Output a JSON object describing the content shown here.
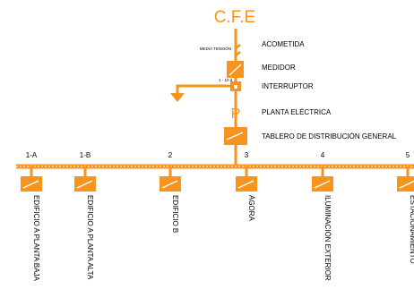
{
  "colors": {
    "accent": "#f7931e",
    "text": "#000000",
    "background": "#ffffff"
  },
  "title": "C.F.E",
  "small_labels": {
    "supply": "MEDIA TENSIÓN",
    "breaker_rating": "1 - 10 d"
  },
  "plant_letter": "P",
  "legend": {
    "acometida": "ACOMETIDA",
    "medidor": "MEDIDOR",
    "interruptor": "INTERRUPTOR",
    "planta": "PLANTA ELÉCTRICA",
    "tablero": "TABLERO DE DISTRIBUCIÓN GENERAL"
  },
  "circuits": [
    {
      "id": "1-A",
      "name": "EDIFICIO A PLANTA BAJA"
    },
    {
      "id": "1-B",
      "name": "EDIFICIO A PLANTA ALTA"
    },
    {
      "id": "2",
      "name": "EDIFICIO B"
    },
    {
      "id": "3",
      "name": "ÁGORA"
    },
    {
      "id": "4",
      "name": "ILUMINACIÓN EXTERIOR"
    },
    {
      "id": "5",
      "name": "ESTACIONAMIENTO"
    }
  ]
}
